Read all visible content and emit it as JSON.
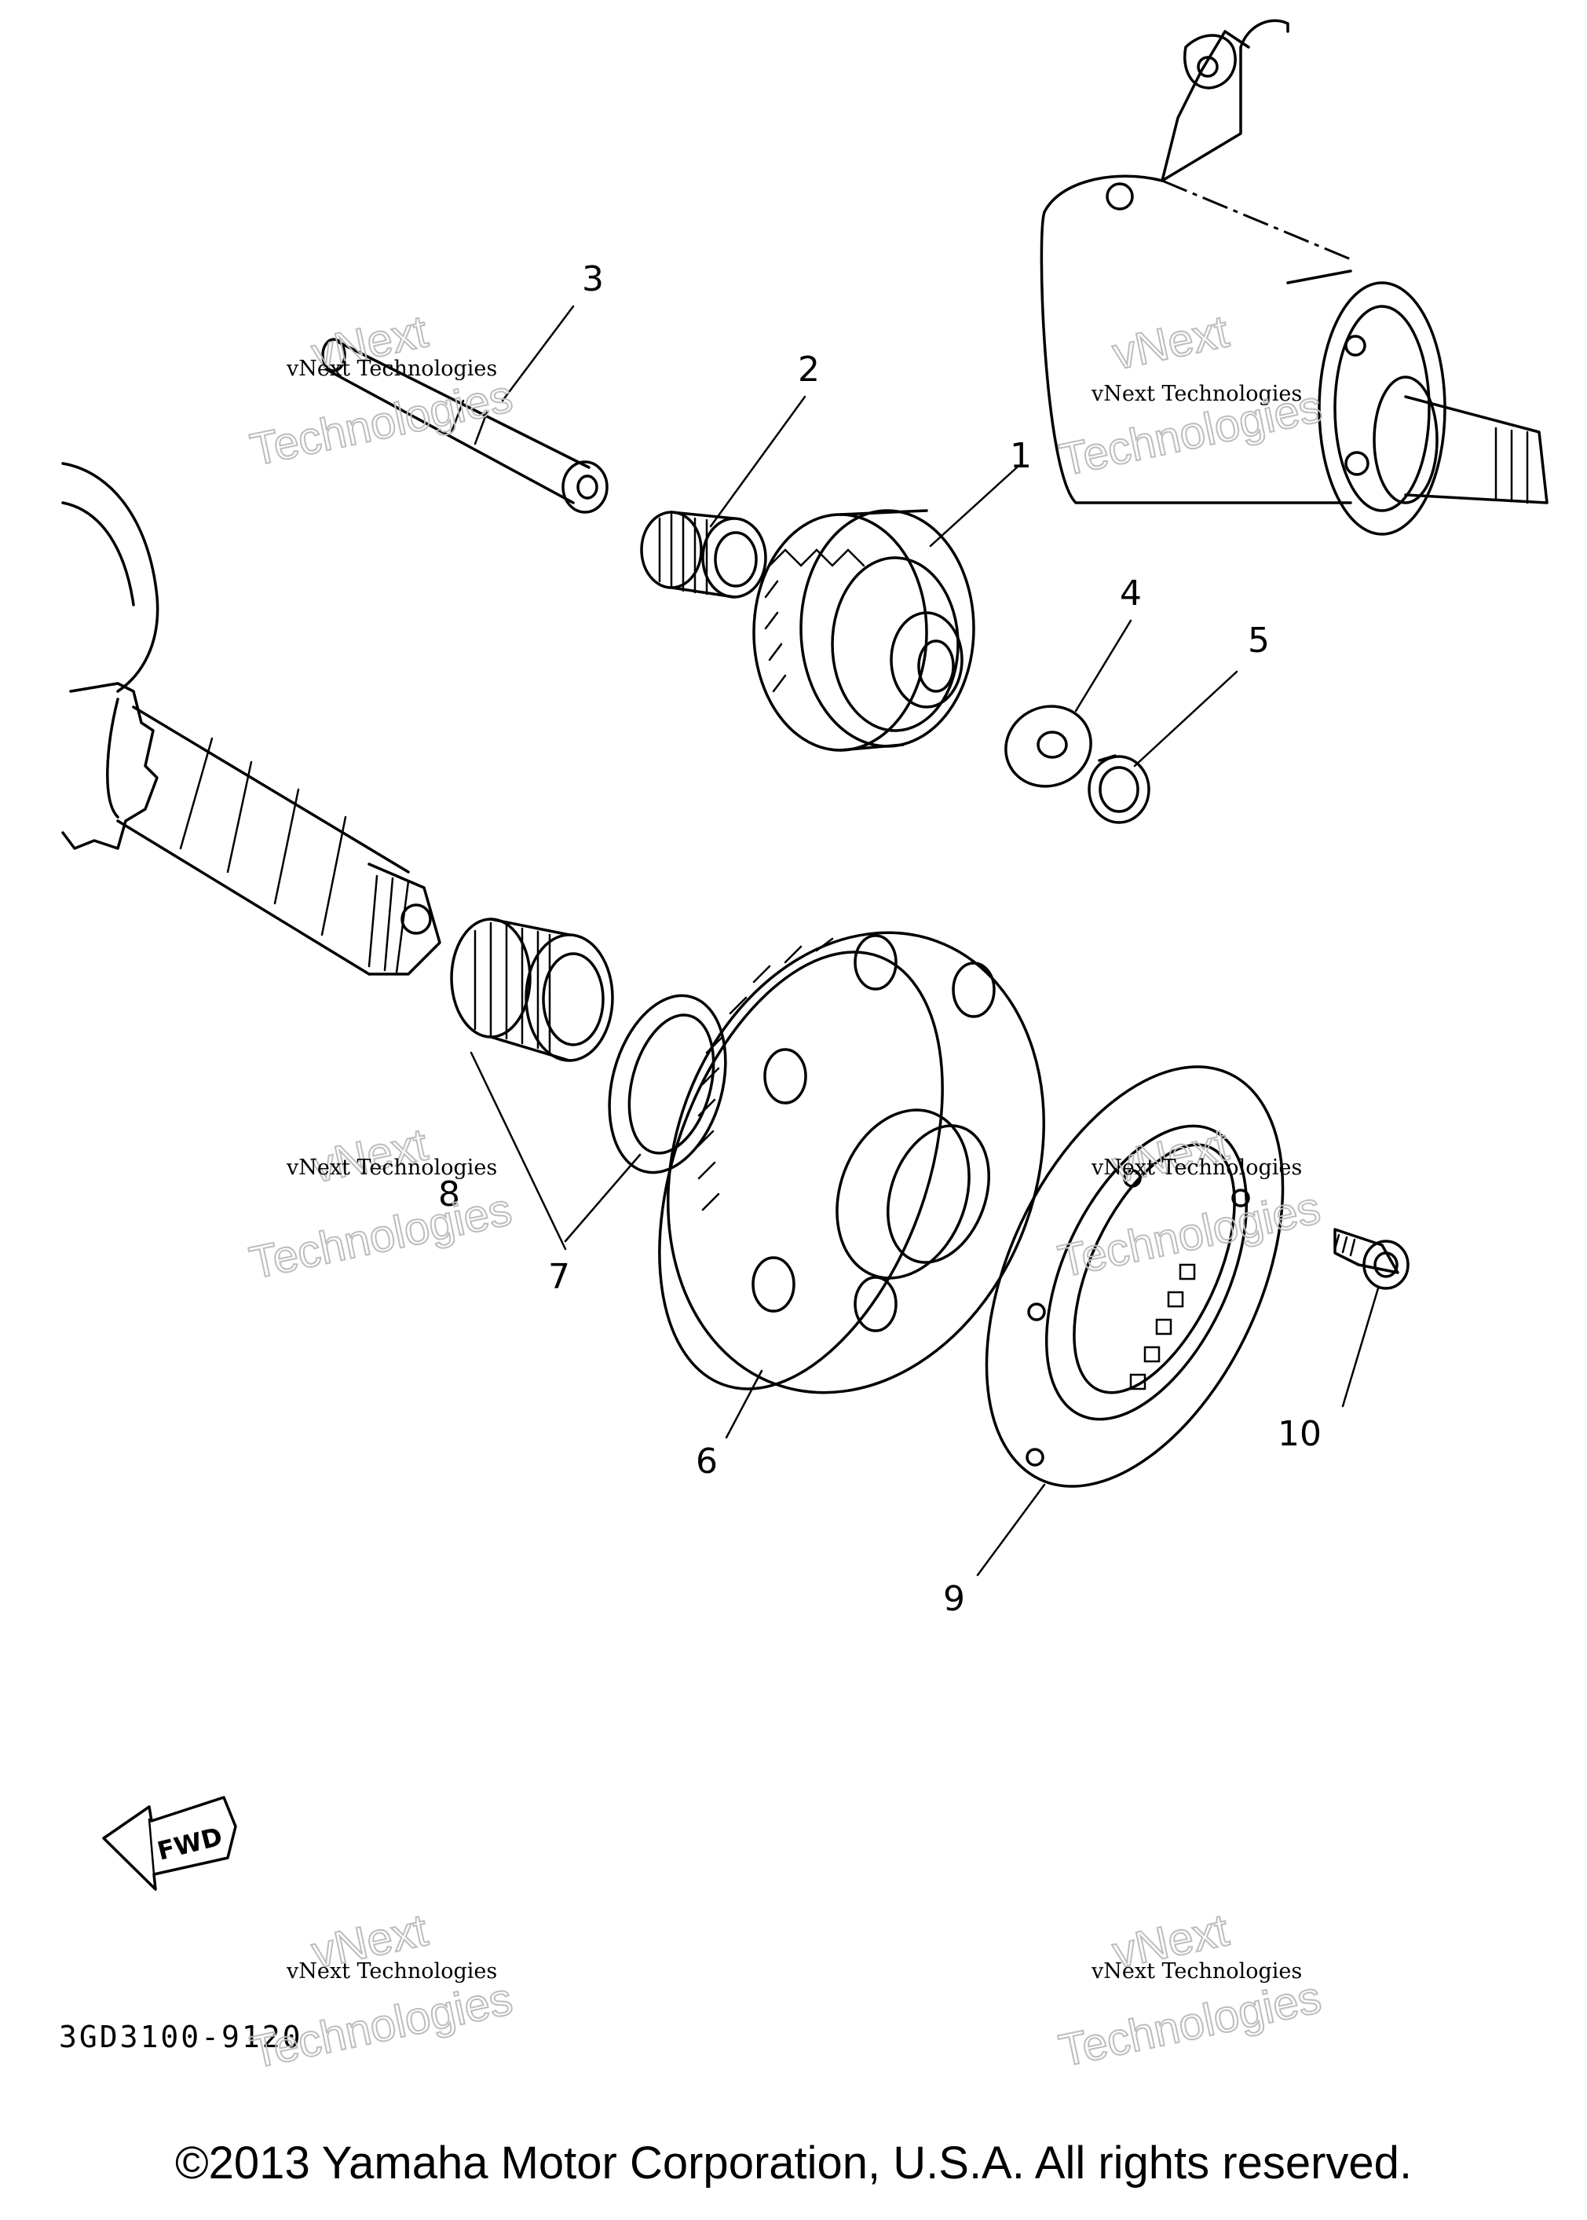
{
  "diagram": {
    "part_labels": [
      "1",
      "2",
      "3",
      "4",
      "5",
      "6",
      "7",
      "8",
      "9",
      "10"
    ],
    "fwd_label": "FWD",
    "diagram_code": "3GD3100-9120",
    "watermark_line": "vNext Technologies",
    "watermark_word_1": "vNext",
    "watermark_word_2": "Technologies",
    "copyright": "©2013 Yamaha Motor Corporation, U.S.A. All rights reserved."
  }
}
